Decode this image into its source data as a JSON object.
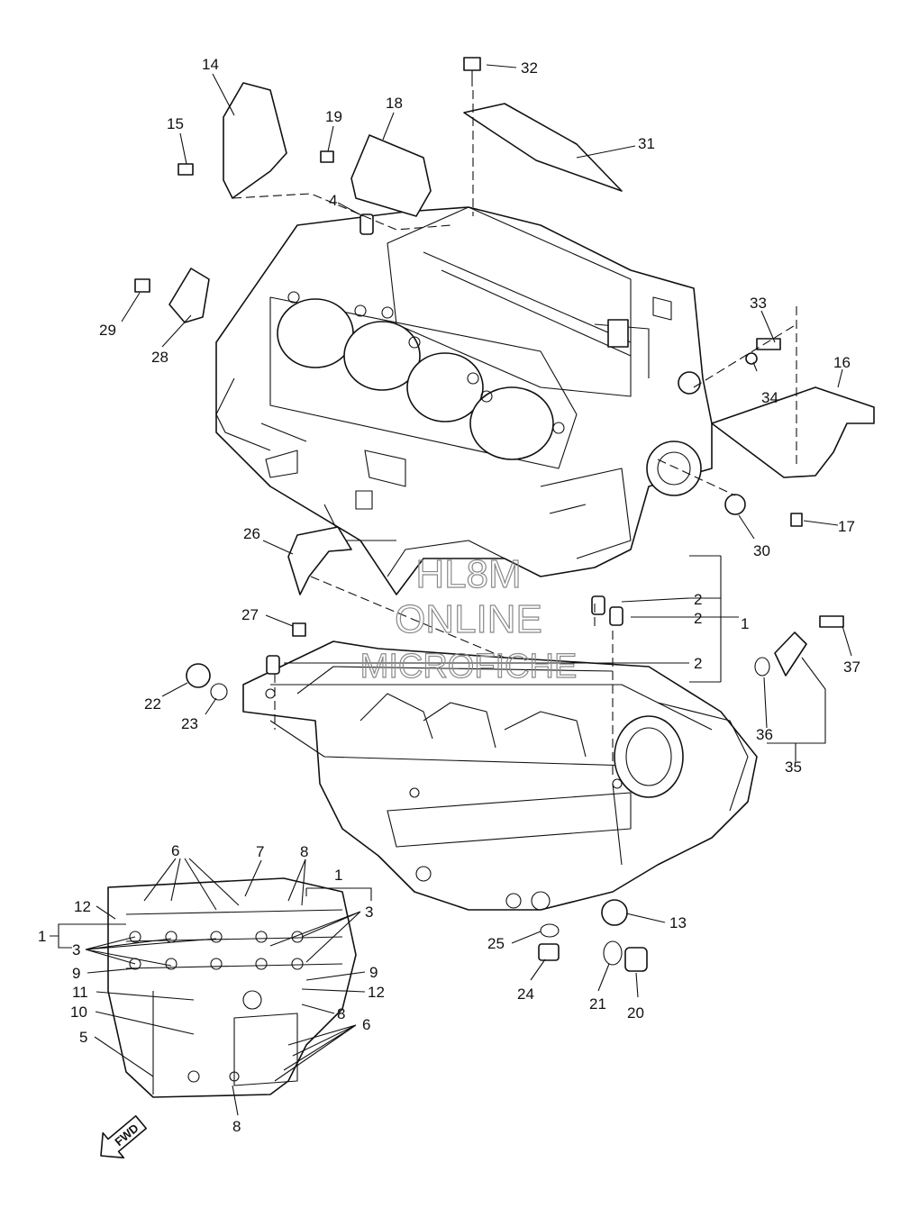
{
  "watermark": {
    "line1": "HL8M",
    "line2": "ONLINE",
    "line3": "MICROFICHE"
  },
  "direction_arrow": {
    "label": "FWD"
  },
  "callouts": [
    {
      "id": "c32",
      "text": "32"
    },
    {
      "id": "c31",
      "text": "31"
    },
    {
      "id": "c14",
      "text": "14"
    },
    {
      "id": "c15",
      "text": "15"
    },
    {
      "id": "c19",
      "text": "19"
    },
    {
      "id": "c18",
      "text": "18"
    },
    {
      "id": "c4",
      "text": "4"
    },
    {
      "id": "c29",
      "text": "29"
    },
    {
      "id": "c28",
      "text": "28"
    },
    {
      "id": "c33",
      "text": "33"
    },
    {
      "id": "c34",
      "text": "34"
    },
    {
      "id": "c16",
      "text": "16"
    },
    {
      "id": "c17",
      "text": "17"
    },
    {
      "id": "c30",
      "text": "30"
    },
    {
      "id": "c26",
      "text": "26"
    },
    {
      "id": "c27",
      "text": "27"
    },
    {
      "id": "c2a",
      "text": "2"
    },
    {
      "id": "c2b",
      "text": "2"
    },
    {
      "id": "c2c",
      "text": "2"
    },
    {
      "id": "c1a",
      "text": "1"
    },
    {
      "id": "c37",
      "text": "37"
    },
    {
      "id": "c22",
      "text": "22"
    },
    {
      "id": "c23",
      "text": "23"
    },
    {
      "id": "c36",
      "text": "36"
    },
    {
      "id": "c35",
      "text": "35"
    },
    {
      "id": "c6a",
      "text": "6"
    },
    {
      "id": "c7",
      "text": "7"
    },
    {
      "id": "c8a",
      "text": "8"
    },
    {
      "id": "c1b",
      "text": "1"
    },
    {
      "id": "c12a",
      "text": "12"
    },
    {
      "id": "c1c",
      "text": "1"
    },
    {
      "id": "c3a",
      "text": "3"
    },
    {
      "id": "c3b",
      "text": "3"
    },
    {
      "id": "c9a",
      "text": "9"
    },
    {
      "id": "c9b",
      "text": "9"
    },
    {
      "id": "c11",
      "text": "11"
    },
    {
      "id": "c12b",
      "text": "12"
    },
    {
      "id": "c10",
      "text": "10"
    },
    {
      "id": "c8b",
      "text": "8"
    },
    {
      "id": "c6b",
      "text": "6"
    },
    {
      "id": "c5",
      "text": "5"
    },
    {
      "id": "c8c",
      "text": "8"
    },
    {
      "id": "c13",
      "text": "13"
    },
    {
      "id": "c25",
      "text": "25"
    },
    {
      "id": "c24",
      "text": "24"
    },
    {
      "id": "c21",
      "text": "21"
    },
    {
      "id": "c20",
      "text": "20"
    }
  ]
}
